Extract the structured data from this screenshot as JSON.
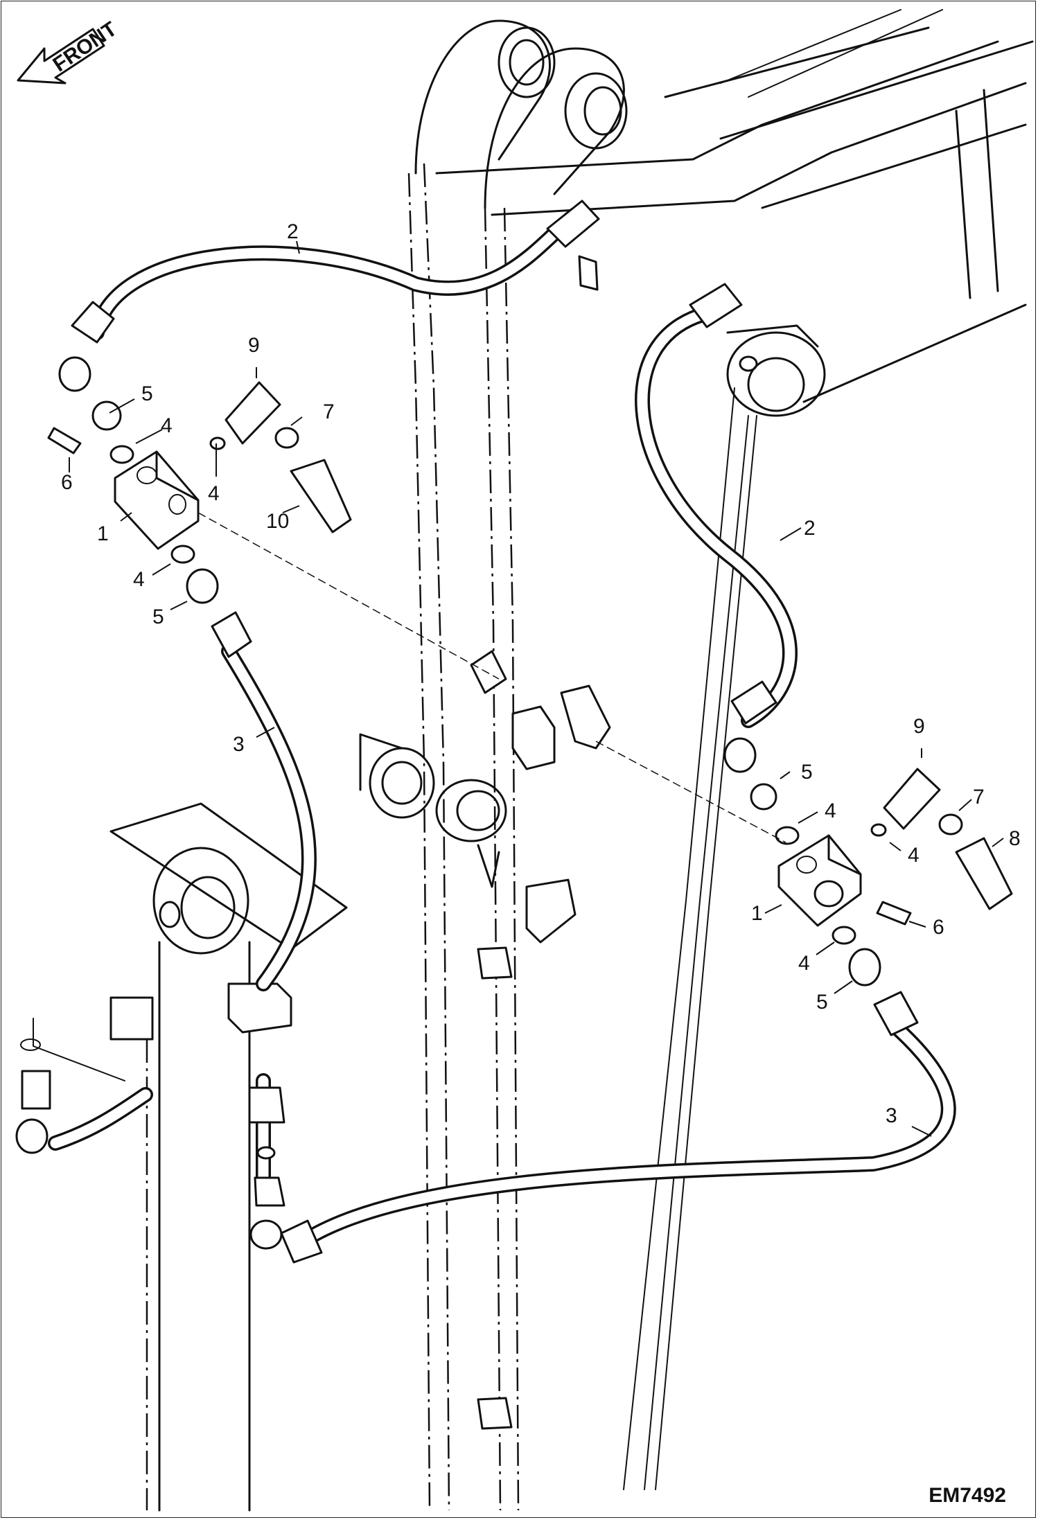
{
  "direction_arrow": {
    "label": "FRONT"
  },
  "drawing_id": "EM7492",
  "callouts": {
    "left_1": "1",
    "left_2": "2",
    "left_3": "3",
    "left_4a": "4",
    "left_4b": "4",
    "left_4c": "4",
    "left_5a": "5",
    "left_5b": "5",
    "left_6": "6",
    "left_7": "7",
    "left_9": "9",
    "left_10": "10",
    "right_1": "1",
    "right_2": "2",
    "right_3": "3",
    "right_4a": "4",
    "right_4b": "4",
    "right_4c": "4",
    "right_5a": "5",
    "right_5b": "5",
    "right_6": "6",
    "right_7": "7",
    "right_8": "8",
    "right_9": "9"
  },
  "colors": {
    "line": "#111111",
    "background": "#ffffff"
  }
}
